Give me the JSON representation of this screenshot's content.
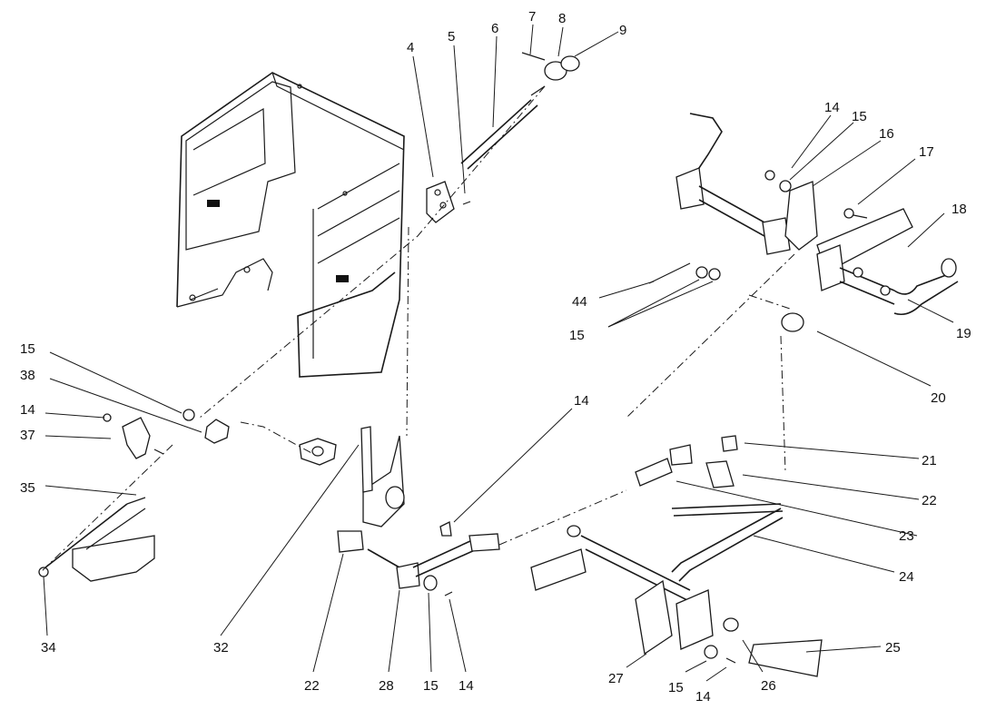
{
  "callouts": {
    "c4": "4",
    "c5": "5",
    "c6": "6",
    "c7": "7",
    "c8": "8",
    "c9": "9",
    "c14a": "14",
    "c15a": "15",
    "c16": "16",
    "c17": "17",
    "c18": "18",
    "c19": "19",
    "c44": "44",
    "c15b": "15",
    "c20": "20",
    "c15c": "15",
    "c38": "38",
    "c14b": "14",
    "c37": "37",
    "c35": "35",
    "c34": "34",
    "c32": "32",
    "c14c": "14",
    "c21": "21",
    "c22a": "22",
    "c23": "23",
    "c24": "24",
    "c25": "25",
    "c22b": "22",
    "c28": "28",
    "c15d": "15",
    "c14d": "14",
    "c27": "27",
    "c15e": "15",
    "c14e": "14",
    "c26": "26"
  }
}
